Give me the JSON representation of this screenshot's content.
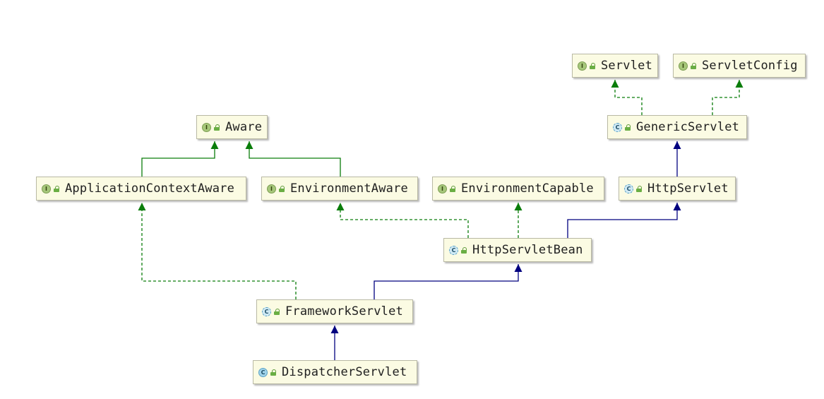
{
  "diagram": {
    "nodes": [
      {
        "id": "servlet",
        "label": "Servlet",
        "kind": "interface",
        "kind_letter": "I"
      },
      {
        "id": "servletconfig",
        "label": "ServletConfig",
        "kind": "interface",
        "kind_letter": "I"
      },
      {
        "id": "aware",
        "label": "Aware",
        "kind": "interface",
        "kind_letter": "I"
      },
      {
        "id": "genericservlet",
        "label": "GenericServlet",
        "kind": "abstract-class",
        "kind_letter": "C"
      },
      {
        "id": "applicationcontextaware",
        "label": "ApplicationContextAware",
        "kind": "interface",
        "kind_letter": "I"
      },
      {
        "id": "environmentaware",
        "label": "EnvironmentAware",
        "kind": "interface",
        "kind_letter": "I"
      },
      {
        "id": "environmentcapable",
        "label": "EnvironmentCapable",
        "kind": "interface",
        "kind_letter": "I"
      },
      {
        "id": "httpservlet",
        "label": "HttpServlet",
        "kind": "abstract-class",
        "kind_letter": "C"
      },
      {
        "id": "httpservletbean",
        "label": "HttpServletBean",
        "kind": "abstract-class",
        "kind_letter": "C"
      },
      {
        "id": "frameworkservlet",
        "label": "FrameworkServlet",
        "kind": "abstract-class",
        "kind_letter": "C"
      },
      {
        "id": "dispatcherservlet",
        "label": "DispatcherServlet",
        "kind": "class",
        "kind_letter": "C"
      }
    ],
    "edges": [
      {
        "from": "genericservlet",
        "to": "servlet",
        "type": "implements"
      },
      {
        "from": "genericservlet",
        "to": "servletconfig",
        "type": "implements"
      },
      {
        "from": "applicationcontextaware",
        "to": "aware",
        "type": "extends-interface"
      },
      {
        "from": "environmentaware",
        "to": "aware",
        "type": "extends-interface"
      },
      {
        "from": "httpservlet",
        "to": "genericservlet",
        "type": "extends"
      },
      {
        "from": "httpservletbean",
        "to": "environmentaware",
        "type": "implements"
      },
      {
        "from": "httpservletbean",
        "to": "environmentcapable",
        "type": "implements"
      },
      {
        "from": "httpservletbean",
        "to": "httpservlet",
        "type": "extends"
      },
      {
        "from": "frameworkservlet",
        "to": "applicationcontextaware",
        "type": "implements"
      },
      {
        "from": "frameworkservlet",
        "to": "httpservletbean",
        "type": "extends"
      },
      {
        "from": "dispatcherservlet",
        "to": "frameworkservlet",
        "type": "extends"
      }
    ],
    "colors": {
      "extends": "#00007f",
      "implements": "#0a7d0a",
      "node_fill": "#fbfbe3",
      "node_border": "#b9b9a4"
    }
  }
}
